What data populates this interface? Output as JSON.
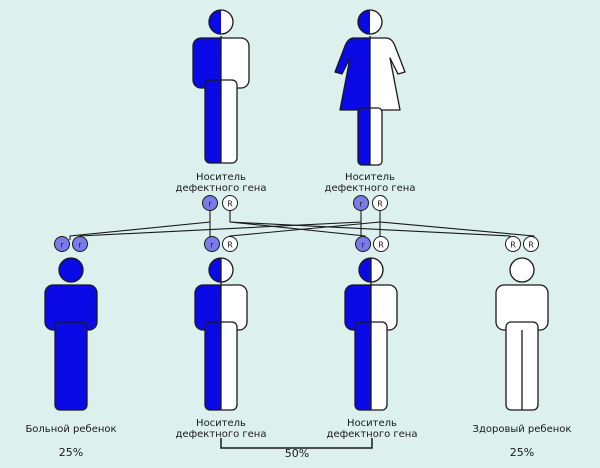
{
  "colors": {
    "background": "#dcf0ee",
    "affected": "#0a0ae6",
    "healthy": "#ffffff",
    "outline": "#1a1a1a",
    "recessive_allele_fill": "#7a7ae8"
  },
  "alleles": {
    "recessive": "r",
    "dominant": "R"
  },
  "parents": [
    {
      "id": "father",
      "figure": "male",
      "status": "carrier",
      "label_line1": "Носитель",
      "label_line2": "дефектного гена",
      "alleles": [
        "r",
        "R"
      ]
    },
    {
      "id": "mother",
      "figure": "female",
      "status": "carrier",
      "label_line1": "Носитель",
      "label_line2": "дефектного гена",
      "alleles": [
        "r",
        "R"
      ]
    }
  ],
  "children": [
    {
      "id": "child1",
      "status": "affected",
      "alleles": [
        "r",
        "r"
      ],
      "label_line1": "Больной ребенок",
      "label_line2": ""
    },
    {
      "id": "child2",
      "status": "carrier",
      "alleles": [
        "r",
        "R"
      ],
      "label_line1": "Носитель",
      "label_line2": "дефектного гена"
    },
    {
      "id": "child3",
      "status": "carrier",
      "alleles": [
        "r",
        "R"
      ],
      "label_line1": "Носитель",
      "label_line2": "дефектного гена"
    },
    {
      "id": "child4",
      "status": "healthy",
      "alleles": [
        "R",
        "R"
      ],
      "label_line1": "Здоровый ребенок",
      "label_line2": ""
    }
  ],
  "percentages": {
    "affected": "25%",
    "carriers": "50%",
    "healthy": "25%"
  }
}
